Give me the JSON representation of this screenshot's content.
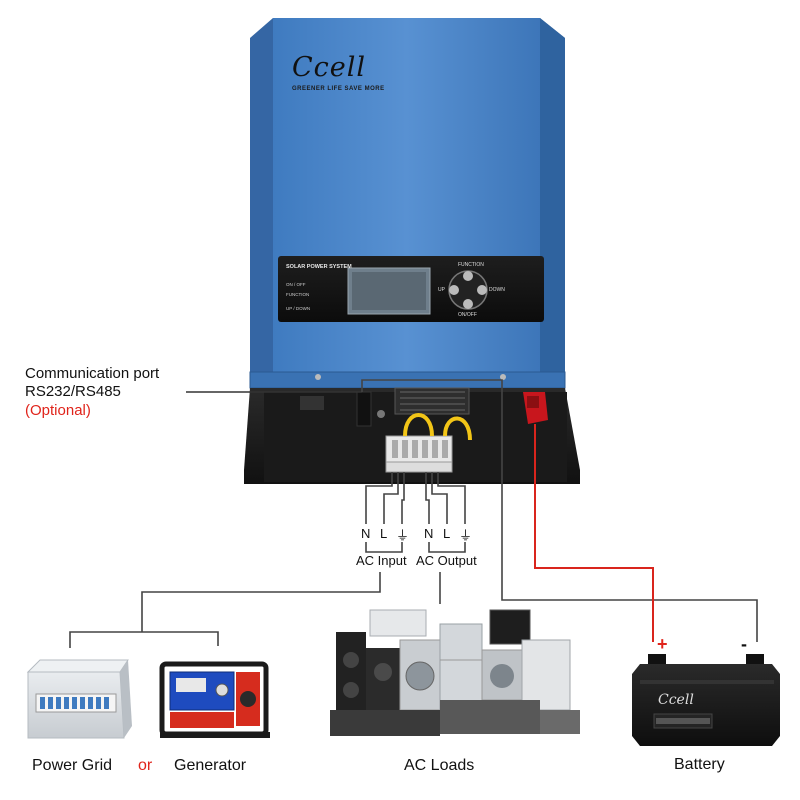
{
  "brand": {
    "logo_text": "Ccell",
    "slogan": "GREENER LIFE SAVE MORE"
  },
  "panel": {
    "title": "SOLAR POWER SYSTEM",
    "legend": [
      "ON / OFF",
      "FUNCTION",
      "UP / DOWN"
    ],
    "buttons": {
      "up": "UP",
      "down": "DOWN",
      "function": "FUNCTION",
      "onoff": "ON/OFF"
    }
  },
  "comm_port": {
    "line1": "Communication port",
    "line2": "RS232/RS485",
    "optional": "(Optional)"
  },
  "terminals": {
    "input_pins": [
      "N",
      "L",
      "⏚"
    ],
    "output_pins": [
      "N",
      "L",
      "⏚"
    ],
    "input_label": "AC Input",
    "output_label": "AC Output"
  },
  "bottom": {
    "power_grid": "Power Grid",
    "or": "or",
    "generator": "Generator",
    "ac_loads": "AC Loads",
    "battery": "Battery",
    "plus": "+",
    "minus": "-"
  },
  "battery_brand": "Ccell",
  "colors": {
    "inverter_blue": "#4a86c8",
    "optional_red": "#e0241b",
    "wire_red": "#d9251d",
    "wire_gray": "#444444",
    "plus_red": "#e0241b"
  }
}
